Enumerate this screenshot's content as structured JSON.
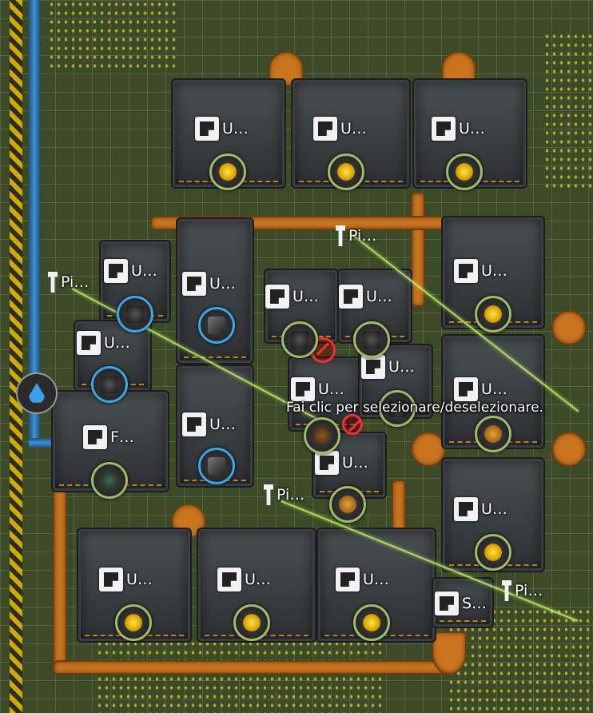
{
  "scene": {
    "tooltip": "Fai clic per selezionare/deselezionare.",
    "water_icon": "water-drop-icon",
    "colors": {
      "pipe": "#c9741e",
      "wire": "#c8f070",
      "grid": "#3b4b27",
      "water": "#3e93d6"
    }
  },
  "machines": [
    {
      "label": "U…",
      "icon": "assembler-icon",
      "recipe": "gold-ore"
    },
    {
      "label": "U…",
      "icon": "building-icon",
      "recipe": "gold-ore"
    },
    {
      "label": "U…",
      "icon": "assembler-icon",
      "recipe": "gold-ore"
    },
    {
      "label": "U…",
      "icon": "crusher-icon",
      "recipe": "coal"
    },
    {
      "label": "U…",
      "icon": "compressor-icon",
      "recipe": "cube"
    },
    {
      "label": "U…",
      "icon": "crusher-icon",
      "recipe": "coal"
    },
    {
      "label": "U…",
      "icon": "grinder-icon",
      "recipe": "coal"
    },
    {
      "label": "U…",
      "icon": "crusher-icon",
      "recipe": "coal"
    },
    {
      "label": "U…",
      "icon": "assembler-icon",
      "recipe": "gold-ore"
    },
    {
      "label": "U…",
      "icon": "crusher-icon",
      "recipe": "coal"
    },
    {
      "label": "U…",
      "icon": "grinder-icon",
      "recipe": "ore"
    },
    {
      "label": "U…",
      "icon": "building-icon",
      "recipe": "amber"
    },
    {
      "label": "F…",
      "icon": "furnace-icon",
      "recipe": "green"
    },
    {
      "label": "U…",
      "icon": "compressor-icon",
      "recipe": "cube"
    },
    {
      "label": "U…",
      "icon": "grinder-icon",
      "recipe": "amber"
    },
    {
      "label": "U…",
      "icon": "assembler-icon",
      "recipe": "gold-ore"
    },
    {
      "label": "U…",
      "icon": "assembler-icon",
      "recipe": "gold-ore"
    },
    {
      "label": "U…",
      "icon": "building-icon",
      "recipe": "gold-ore"
    },
    {
      "label": "U…",
      "icon": "assembler-icon",
      "recipe": "gold-ore"
    },
    {
      "label": "S…",
      "icon": "storage-icon",
      "recipe": ""
    }
  ],
  "poles": [
    {
      "label": "Pi…"
    },
    {
      "label": "Pi…"
    },
    {
      "label": "Pi…"
    },
    {
      "label": "Pi…"
    }
  ]
}
